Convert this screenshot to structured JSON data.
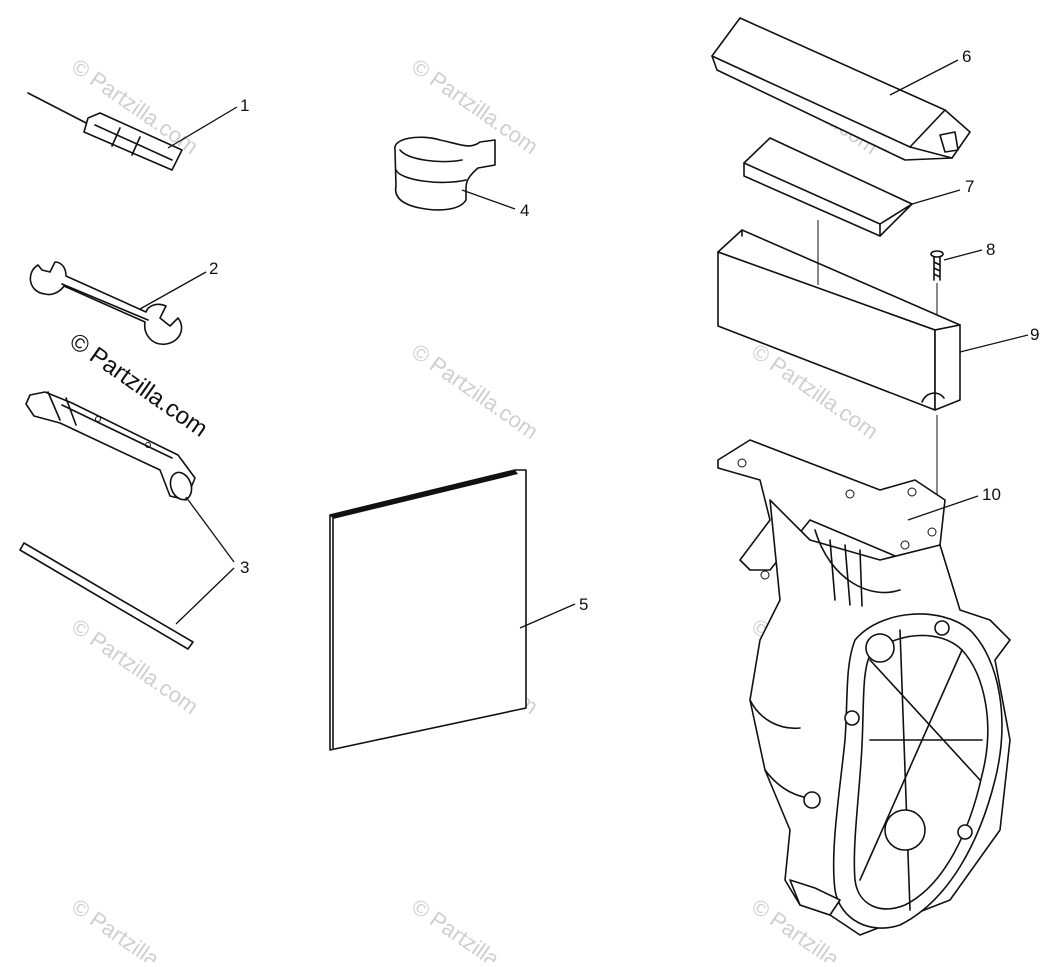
{
  "watermark": {
    "small_text": "© Partzilla.com",
    "large_text": "© Partzilla.com"
  },
  "callouts": [
    "1",
    "2",
    "3",
    "4",
    "5",
    "6",
    "7",
    "8",
    "9",
    "10"
  ],
  "colors": {
    "line": "#111111",
    "watermark": "#cfcfcf",
    "background": "#ffffff"
  }
}
